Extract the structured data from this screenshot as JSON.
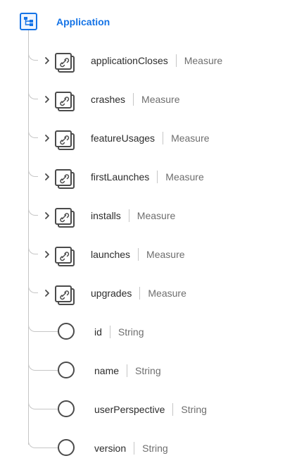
{
  "root": {
    "label": "Application",
    "icon": "schema-tree-icon"
  },
  "object_fields": [
    {
      "name": "applicationCloses",
      "type": "Measure"
    },
    {
      "name": "crashes",
      "type": "Measure"
    },
    {
      "name": "featureUsages",
      "type": "Measure"
    },
    {
      "name": "firstLaunches",
      "type": "Measure"
    },
    {
      "name": "installs",
      "type": "Measure"
    },
    {
      "name": "launches",
      "type": "Measure"
    },
    {
      "name": "upgrades",
      "type": "Measure"
    }
  ],
  "primitive_fields": [
    {
      "name": "id",
      "type": "String"
    },
    {
      "name": "name",
      "type": "String"
    },
    {
      "name": "userPerspective",
      "type": "String"
    },
    {
      "name": "version",
      "type": "String"
    }
  ],
  "colors": {
    "accent": "#1473e6",
    "tree_line": "#c6c6c6",
    "text": "#2c2c2c",
    "muted_text": "#6e6e6e"
  }
}
